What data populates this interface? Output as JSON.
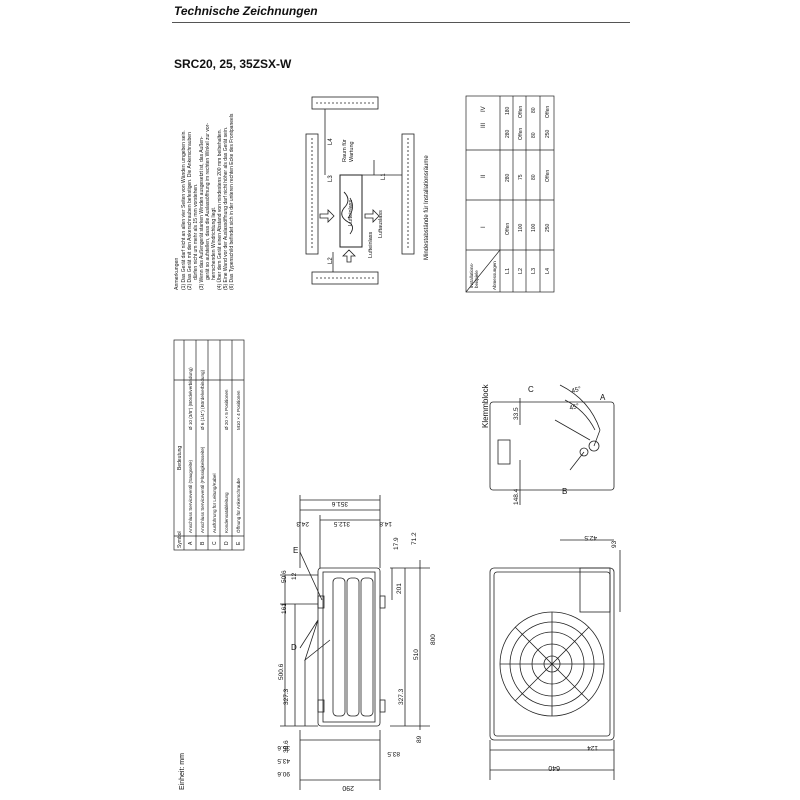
{
  "header": {
    "title": "Technische Zeichnungen",
    "model": "SRC20, 25, 35ZSX-W"
  },
  "notes": {
    "title": "Anmerkungen",
    "lines": [
      "(1) Das Gerät darf nicht an allen vier Seiten von Wänden umgeben sein.",
      "(2) Das Gerät mit den Ankerschrauben befestigen. Die Ankerschrauben",
      "dürfen nicht um mehr als 15 mm vorstehen.",
      "(3) Wenn das Außengerät starken Winden ausgesetzt ist, das Außen-",
      "gerät so aufstellen, dass die Auslassöffnung im rechten Winkel zur vor-",
      "herrschenden Windrichtung liegt.",
      "(4) Über dem Gerät einen Abstand von mindestens 200 mm beibehalten.",
      "(5) Eine Wand vor der Auslassöffnung darf nicht höher als das Gerät sein.",
      "(6) Das Typenschild befindet sich in der unteren rechten Ecke des Frontpaneels"
    ]
  },
  "clearance_diagram": {
    "caption": "Mindestabstände für Installationsräume",
    "labels": {
      "l1": "L1",
      "l2": "L2",
      "l3": "L3",
      "l4": "L4",
      "inlet_top": "Lufteinlass",
      "inlet_bottom": "Lufteinlass",
      "outlet": "Luftauslass",
      "service": [
        "Raum für",
        "Wartung"
      ]
    }
  },
  "clearance_table": {
    "corner_top": [
      "Installations-",
      "beispiele"
    ],
    "corner_bottom": "Abmessungen",
    "columns": [
      "I",
      "II",
      "III",
      "IV"
    ],
    "rows": [
      {
        "label": "L1",
        "values": [
          "Offen",
          "280",
          "280",
          "180"
        ]
      },
      {
        "label": "L2",
        "values": [
          "100",
          "75",
          "Offen",
          "Offen"
        ]
      },
      {
        "label": "L3",
        "values": [
          "100",
          "80",
          "80",
          "80"
        ]
      },
      {
        "label": "L4",
        "values": [
          "250",
          "Offen",
          "250",
          "Offen"
        ]
      }
    ]
  },
  "symbol_table": {
    "header": [
      "Symbol",
      "Bedeutung",
      ""
    ],
    "rows": [
      {
        "symbol": "A",
        "meaning": "Anschluss Serviceventil (Saugseite)",
        "spec": "Ø 10 (3/8\") (Bördelverbindung)"
      },
      {
        "symbol": "B",
        "meaning": "Anschluss Serviceventil (Flüssigkeitsseite)",
        "spec": "Ø 6 (1/4\") (Bördelverbindung)"
      },
      {
        "symbol": "C",
        "meaning": "Ausführung für Leitung/Kabel",
        "spec": ""
      },
      {
        "symbol": "D",
        "meaning": "Kondensatableitung",
        "spec": "Ø 20 × 5 Positionen"
      },
      {
        "symbol": "E",
        "meaning": "Öffnung für Ankerschraube",
        "spec": "M10 × 4 Positionen"
      }
    ]
  },
  "side_view": {
    "labels": [
      "E",
      "D"
    ],
    "dims": [
      "351.6",
      "24.3",
      "312.5",
      "14.8",
      "17.9",
      "71.2",
      "50.6",
      "12",
      "161",
      "201",
      "500.6",
      "800",
      "510",
      "327.3",
      "327.3",
      "38.6",
      "35.6",
      "43.5",
      "90.6",
      "89",
      "83.5",
      "290"
    ]
  },
  "front_view": {
    "labels": [
      "Klemmblock",
      "C",
      "A",
      "B"
    ],
    "dims": [
      "33.5",
      "148.4",
      "45°",
      "45°",
      "42.5",
      "93",
      "124",
      "640"
    ]
  },
  "unit": "Einheit: mm"
}
